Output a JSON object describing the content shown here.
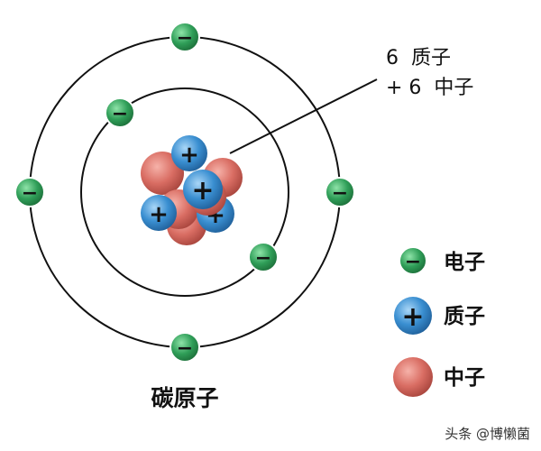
{
  "diagram": {
    "title": "碳原子",
    "annotation": {
      "line1": "6  质子",
      "line2": "+ 6  中子"
    },
    "legend": [
      {
        "key": "electron",
        "label": "电子"
      },
      {
        "key": "proton",
        "label": "质子"
      },
      {
        "key": "neutron",
        "label": "中子"
      }
    ],
    "signs": {
      "minus": "−",
      "plus": "+"
    }
  },
  "watermark": "头条 @博懒菌",
  "counts": {
    "protons": 6,
    "neutrons": 6,
    "electrons": 6
  },
  "colors": {
    "electron": "#2f9e58",
    "proton": "#3a8fd1",
    "neutron": "#d96d63",
    "orbit": "#111111",
    "text": "#111111"
  }
}
